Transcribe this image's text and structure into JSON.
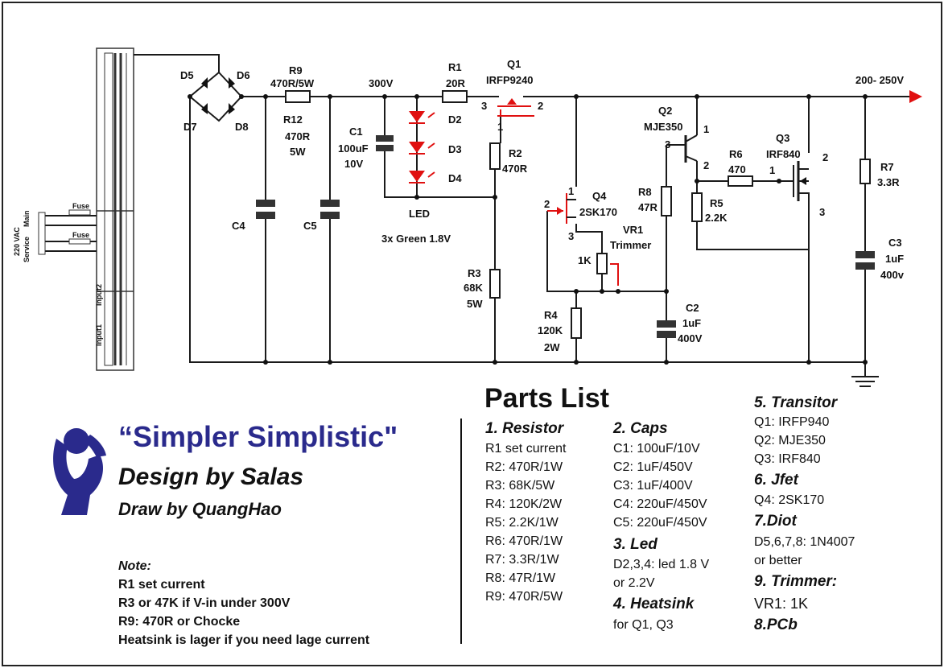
{
  "schematic": {
    "labels": {
      "d5": "D5",
      "d6": "D6",
      "d7": "D7",
      "d8": "D8",
      "r9_name": "R9",
      "r9_val": "470R/5W",
      "r12_name": "R12",
      "r12_val": "470R",
      "r12_w": "5W",
      "v300": "300V",
      "r1_name": "R1",
      "r1_val": "20R",
      "q1_name": "Q1",
      "q1_val": "IRFP9240",
      "q1_p3": "3",
      "q1_p2": "2",
      "q1_p1": "1",
      "d2": "D2",
      "d3": "D3",
      "d4": "D4",
      "c1_name": "C1",
      "c1_val": "100uF",
      "c1_v": "10V",
      "led": "LED",
      "led_desc": "3x Green 1.8V",
      "r2_name": "R2",
      "r2_val": "470R",
      "r3_name": "R3",
      "r3_val": "68K",
      "r3_w": "5W",
      "c4": "C4",
      "c5": "C5",
      "q4_name": "Q4",
      "q4_val": "2SK170",
      "q4_p1": "1",
      "q4_p2": "2",
      "q4_p3": "3",
      "vr1_name": "VR1",
      "vr1_val": "Trimmer",
      "vr1_1k": "1K",
      "r4_name": "R4",
      "r4_val": "120K",
      "r4_w": "2W",
      "q2_name": "Q2",
      "q2_val": "MJE350",
      "q2_p1": "1",
      "q2_p2": "2",
      "q2_p3": "3",
      "r8_name": "R8",
      "r8_val": "47R",
      "c2_name": "C2",
      "c2_val": "1uF",
      "c2_v": "400V",
      "r6_name": "R6",
      "r6_val": "470",
      "r5_name": "R5",
      "r5_val": "2.2K",
      "q3_name": "Q3",
      "q3_val": "IRF840",
      "q3_p1": "1",
      "q3_p2": "2",
      "q3_p3": "3",
      "out": "200- 250V",
      "r7_name": "R7",
      "r7_val": "3.3R",
      "c3_name": "C3",
      "c3_val": "1uF",
      "c3_v": "400v",
      "fuse1": "Fuse",
      "fuse2": "Fuse",
      "vac": "220 VAC",
      "main": "Main",
      "service": "Service",
      "input1": "Input1",
      "input2": "Input2"
    }
  },
  "title": "“Simpler Simplistic\"",
  "designer": "Design by Salas",
  "drawer": "Draw by QuangHao",
  "note": {
    "heading": "Note:",
    "lines": [
      "R1 set current",
      "R3 or 47K if V-in under 300V",
      "R9: 470R or Chocke",
      "Heatsink is lager if you need lage current"
    ]
  },
  "parts": {
    "heading": "Parts List",
    "resistor": {
      "title": "1. Resistor",
      "items": [
        "R1 set current",
        "R2: 470R/1W",
        "R3: 68K/5W",
        "R4: 120K/2W",
        "R5: 2.2K/1W",
        "R6: 470R/1W",
        "R7: 3.3R/1W",
        "R8: 47R/1W",
        "R9: 470R/5W"
      ]
    },
    "caps": {
      "title": "2. Caps",
      "items": [
        "C1: 100uF/10V",
        "C2: 1uF/450V",
        "C3: 1uF/400V",
        "C4: 220uF/450V",
        "C5: 220uF/450V"
      ]
    },
    "led": {
      "title": "3. Led",
      "items": [
        "D2,3,4: led 1.8 V",
        "or 2.2V"
      ]
    },
    "heatsink": {
      "title": "4. Heatsink",
      "items": [
        "for Q1, Q3"
      ]
    },
    "transitor": {
      "title": "5. Transitor",
      "items": [
        "Q1:  IRFP940",
        "Q2:  MJE350",
        "Q3: IRF840"
      ]
    },
    "jfet": {
      "title": "6. Jfet",
      "items": [
        "Q4: 2SK170"
      ]
    },
    "diot": {
      "title": "7.Diot",
      "items": [
        "D5,6,7,8: 1N4007",
        "or better"
      ]
    },
    "trimmer": {
      "title": "9. Trimmer:",
      "items": [
        "VR1: 1K"
      ]
    },
    "pcb": {
      "title": "8.PCb"
    }
  },
  "colors": {
    "title": "#2a2a8c",
    "wire": "#1a1a1a",
    "led": "#e01010",
    "logo": "#2a2a8c"
  }
}
